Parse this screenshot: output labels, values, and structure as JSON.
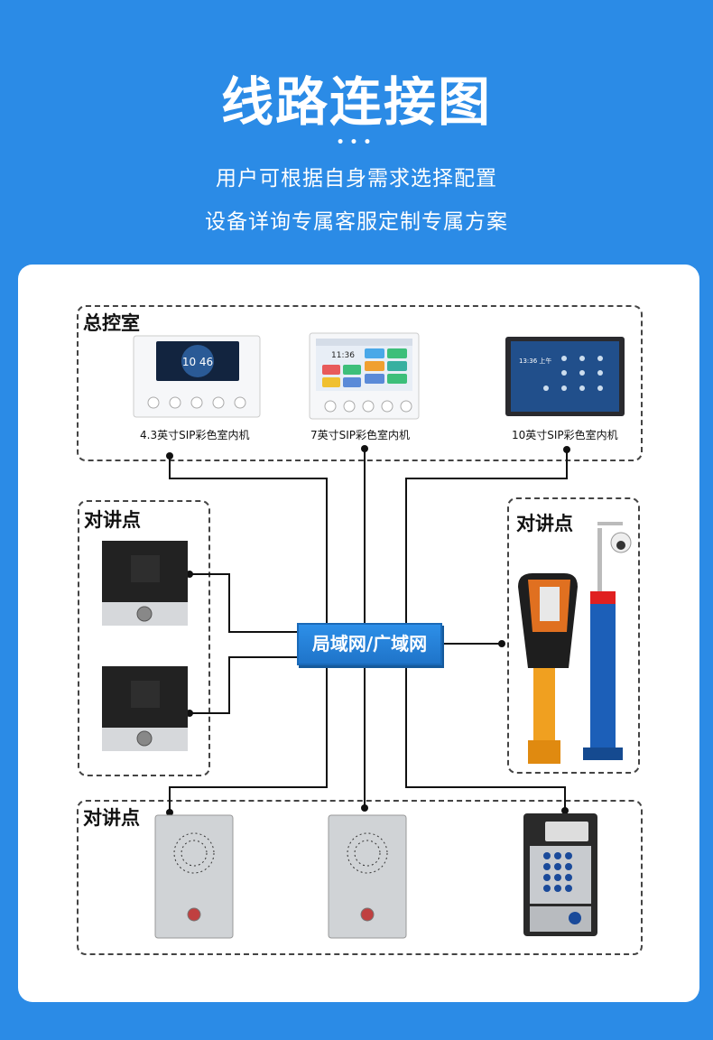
{
  "header": {
    "title": "线路连接图",
    "dots": "•••",
    "subtitle_1": "用户可根据自身需求选择配置",
    "subtitle_2": "设备详询专属客服定制专属方案"
  },
  "groups": {
    "control_room": "总控室",
    "intercom_left": "对讲点",
    "intercom_right": "对讲点",
    "intercom_bottom": "对讲点"
  },
  "devices": {
    "monitor_43": "4.3英寸SIP彩色室内机",
    "monitor_7": "7英寸SIP彩色室内机",
    "monitor_10": "10英寸SIP彩色室内机",
    "clock_43": "10 46",
    "clock_7": "11:36",
    "clock_10": "13:36 上午"
  },
  "network": {
    "hub_label": "局域网/广域网"
  },
  "colors": {
    "background": "#2b8be6",
    "hub": "#1f74c9",
    "pillar_yellow": "#f0a020",
    "pillar_blue": "#1c5fb8"
  }
}
